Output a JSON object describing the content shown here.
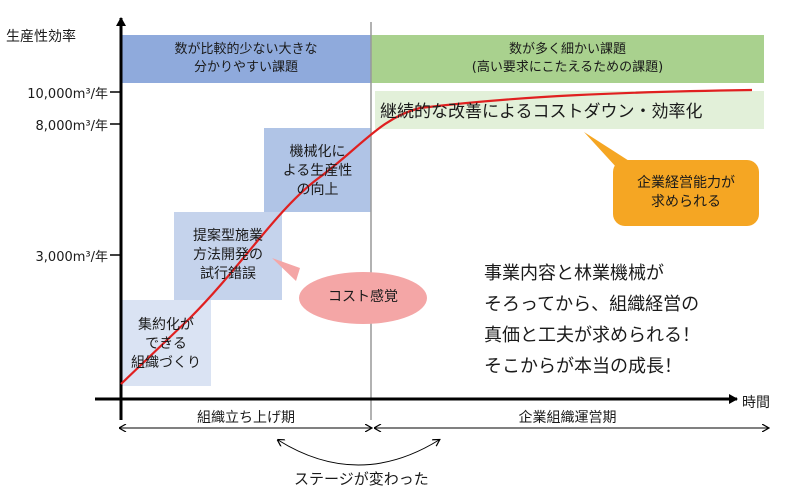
{
  "axes": {
    "y_title": "生産性効率",
    "y_ticks": [
      "10,000m³/年",
      "8,000m³/年",
      "3,000m³/年"
    ],
    "x_title": "時間"
  },
  "bands": {
    "left": [
      "数が比較的少ない大きな",
      "分かりやすい課題"
    ],
    "right": [
      "数が多く細かい課題",
      "(高い要求にこたえるための課題)"
    ]
  },
  "improvement": "継続的な改善によるコストダウン・効率化",
  "steps": [
    [
      "集約化が",
      "できる",
      "組織づくり"
    ],
    [
      "提案型施業",
      "方法開発の",
      "試行錯誤"
    ],
    [
      "機械化に",
      "よる生産性",
      "の向上"
    ]
  ],
  "bubbles": {
    "cost": "コスト感覚",
    "management": [
      "企業経営能力が",
      "求められる"
    ]
  },
  "message": [
    "事業内容と林業機械が",
    "そろってから、組織経営の",
    "真価と工夫が求められる！",
    "そこからが本当の成長！"
  ],
  "periods": [
    "組織立ち上げ期",
    "企業組織運営期"
  ],
  "stage_change": "ステージが変わった",
  "colors": {
    "band_left": "#8faadc",
    "band_right": "#a9d18e",
    "curve": "#e02020",
    "cost_bubble": "#f4a6a6",
    "mgmt_bubble": "#f5a623",
    "improvement_box": "#e2f0d9"
  }
}
